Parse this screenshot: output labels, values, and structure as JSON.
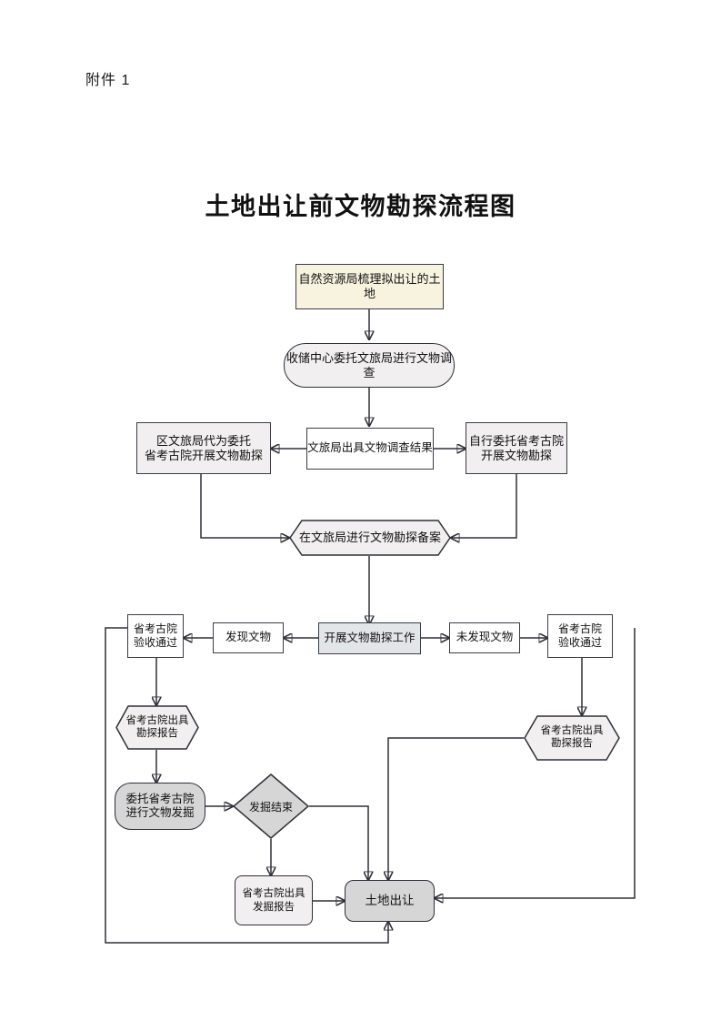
{
  "document": {
    "header_label": "附件 1",
    "title": "土地出让前文物勘探流程图"
  },
  "colors": {
    "stroke": "#2f2f38",
    "cream": "#f7f3df",
    "light": "#f1efef",
    "white": "#ffffff",
    "gray": "#d6d6d6",
    "bluegray": "#e3e6e9"
  },
  "flowchart": {
    "type": "flowchart",
    "nodes": [
      {
        "id": "n1",
        "label": "自然资源局梳理拟出让的土地",
        "shape": "rectangle",
        "fill": "cream"
      },
      {
        "id": "n2",
        "label": "收储中心委托文旅局进行文物调查",
        "shape": "rounded-rectangle",
        "fill": "light"
      },
      {
        "id": "n3",
        "label": "区文旅局代为委托\n省考古院开展文物勘探",
        "shape": "rectangle",
        "fill": "light"
      },
      {
        "id": "n4",
        "label": "文旅局出具文物调查结果",
        "shape": "rectangle",
        "fill": "white"
      },
      {
        "id": "n5",
        "label": "自行委托省考古院\n开展文物勘探",
        "shape": "rectangle",
        "fill": "light"
      },
      {
        "id": "n6",
        "label": "在文旅局进行文物勘探备案",
        "shape": "hexagon",
        "fill": "light"
      },
      {
        "id": "n7",
        "label": "省考古院\n验收通过",
        "shape": "rectangle",
        "fill": "white"
      },
      {
        "id": "n8",
        "label": "发现文物",
        "shape": "rectangle",
        "fill": "white"
      },
      {
        "id": "n9",
        "label": "开展文物勘探工作",
        "shape": "rectangle",
        "fill": "bluegray"
      },
      {
        "id": "n10",
        "label": "未发现文物",
        "shape": "rectangle",
        "fill": "white"
      },
      {
        "id": "n11",
        "label": "省考古院\n验收通过",
        "shape": "rectangle",
        "fill": "white"
      },
      {
        "id": "n12",
        "label": "省考古院出具\n勘探报告",
        "shape": "hexagon",
        "fill": "light"
      },
      {
        "id": "n13",
        "label": "省考古院出具\n勘探报告",
        "shape": "hexagon",
        "fill": "light"
      },
      {
        "id": "n14",
        "label": "委托省考古院\n进行文物发掘",
        "shape": "rounded-rectangle",
        "fill": "gray"
      },
      {
        "id": "n15",
        "label": "发掘结束",
        "shape": "diamond",
        "fill": "gray"
      },
      {
        "id": "n16",
        "label": "省考古院出具\n发掘报告",
        "shape": "rounded-rectangle",
        "fill": "light"
      },
      {
        "id": "n17",
        "label": "土地出让",
        "shape": "rounded-rectangle",
        "fill": "gray"
      }
    ],
    "edges": [
      {
        "from": "n1",
        "to": "n2",
        "label": ""
      },
      {
        "from": "n2",
        "to": "n4",
        "label": ""
      },
      {
        "from": "n4",
        "to": "n3",
        "label": ""
      },
      {
        "from": "n4",
        "to": "n5",
        "label": ""
      },
      {
        "from": "n3",
        "to": "n6",
        "label": ""
      },
      {
        "from": "n5",
        "to": "n6",
        "label": ""
      },
      {
        "from": "n6",
        "to": "n9",
        "label": ""
      },
      {
        "from": "n9",
        "to": "n8",
        "label": ""
      },
      {
        "from": "n8",
        "to": "n7",
        "label": ""
      },
      {
        "from": "n9",
        "to": "n10",
        "label": ""
      },
      {
        "from": "n10",
        "to": "n11",
        "label": ""
      },
      {
        "from": "n7",
        "to": "n12",
        "label": ""
      },
      {
        "from": "n12",
        "to": "n14",
        "label": ""
      },
      {
        "from": "n14",
        "to": "n15",
        "label": ""
      },
      {
        "from": "n15",
        "to": "n16",
        "label": ""
      },
      {
        "from": "n15",
        "to": "n17",
        "label": ""
      },
      {
        "from": "n16",
        "to": "n17",
        "label": ""
      },
      {
        "from": "n11",
        "to": "n13",
        "label": ""
      },
      {
        "from": "n13",
        "to": "n17",
        "label": ""
      },
      {
        "from": "n11",
        "to": "n17",
        "label": ""
      },
      {
        "from": "n7",
        "to": "n17",
        "label": ""
      }
    ]
  }
}
